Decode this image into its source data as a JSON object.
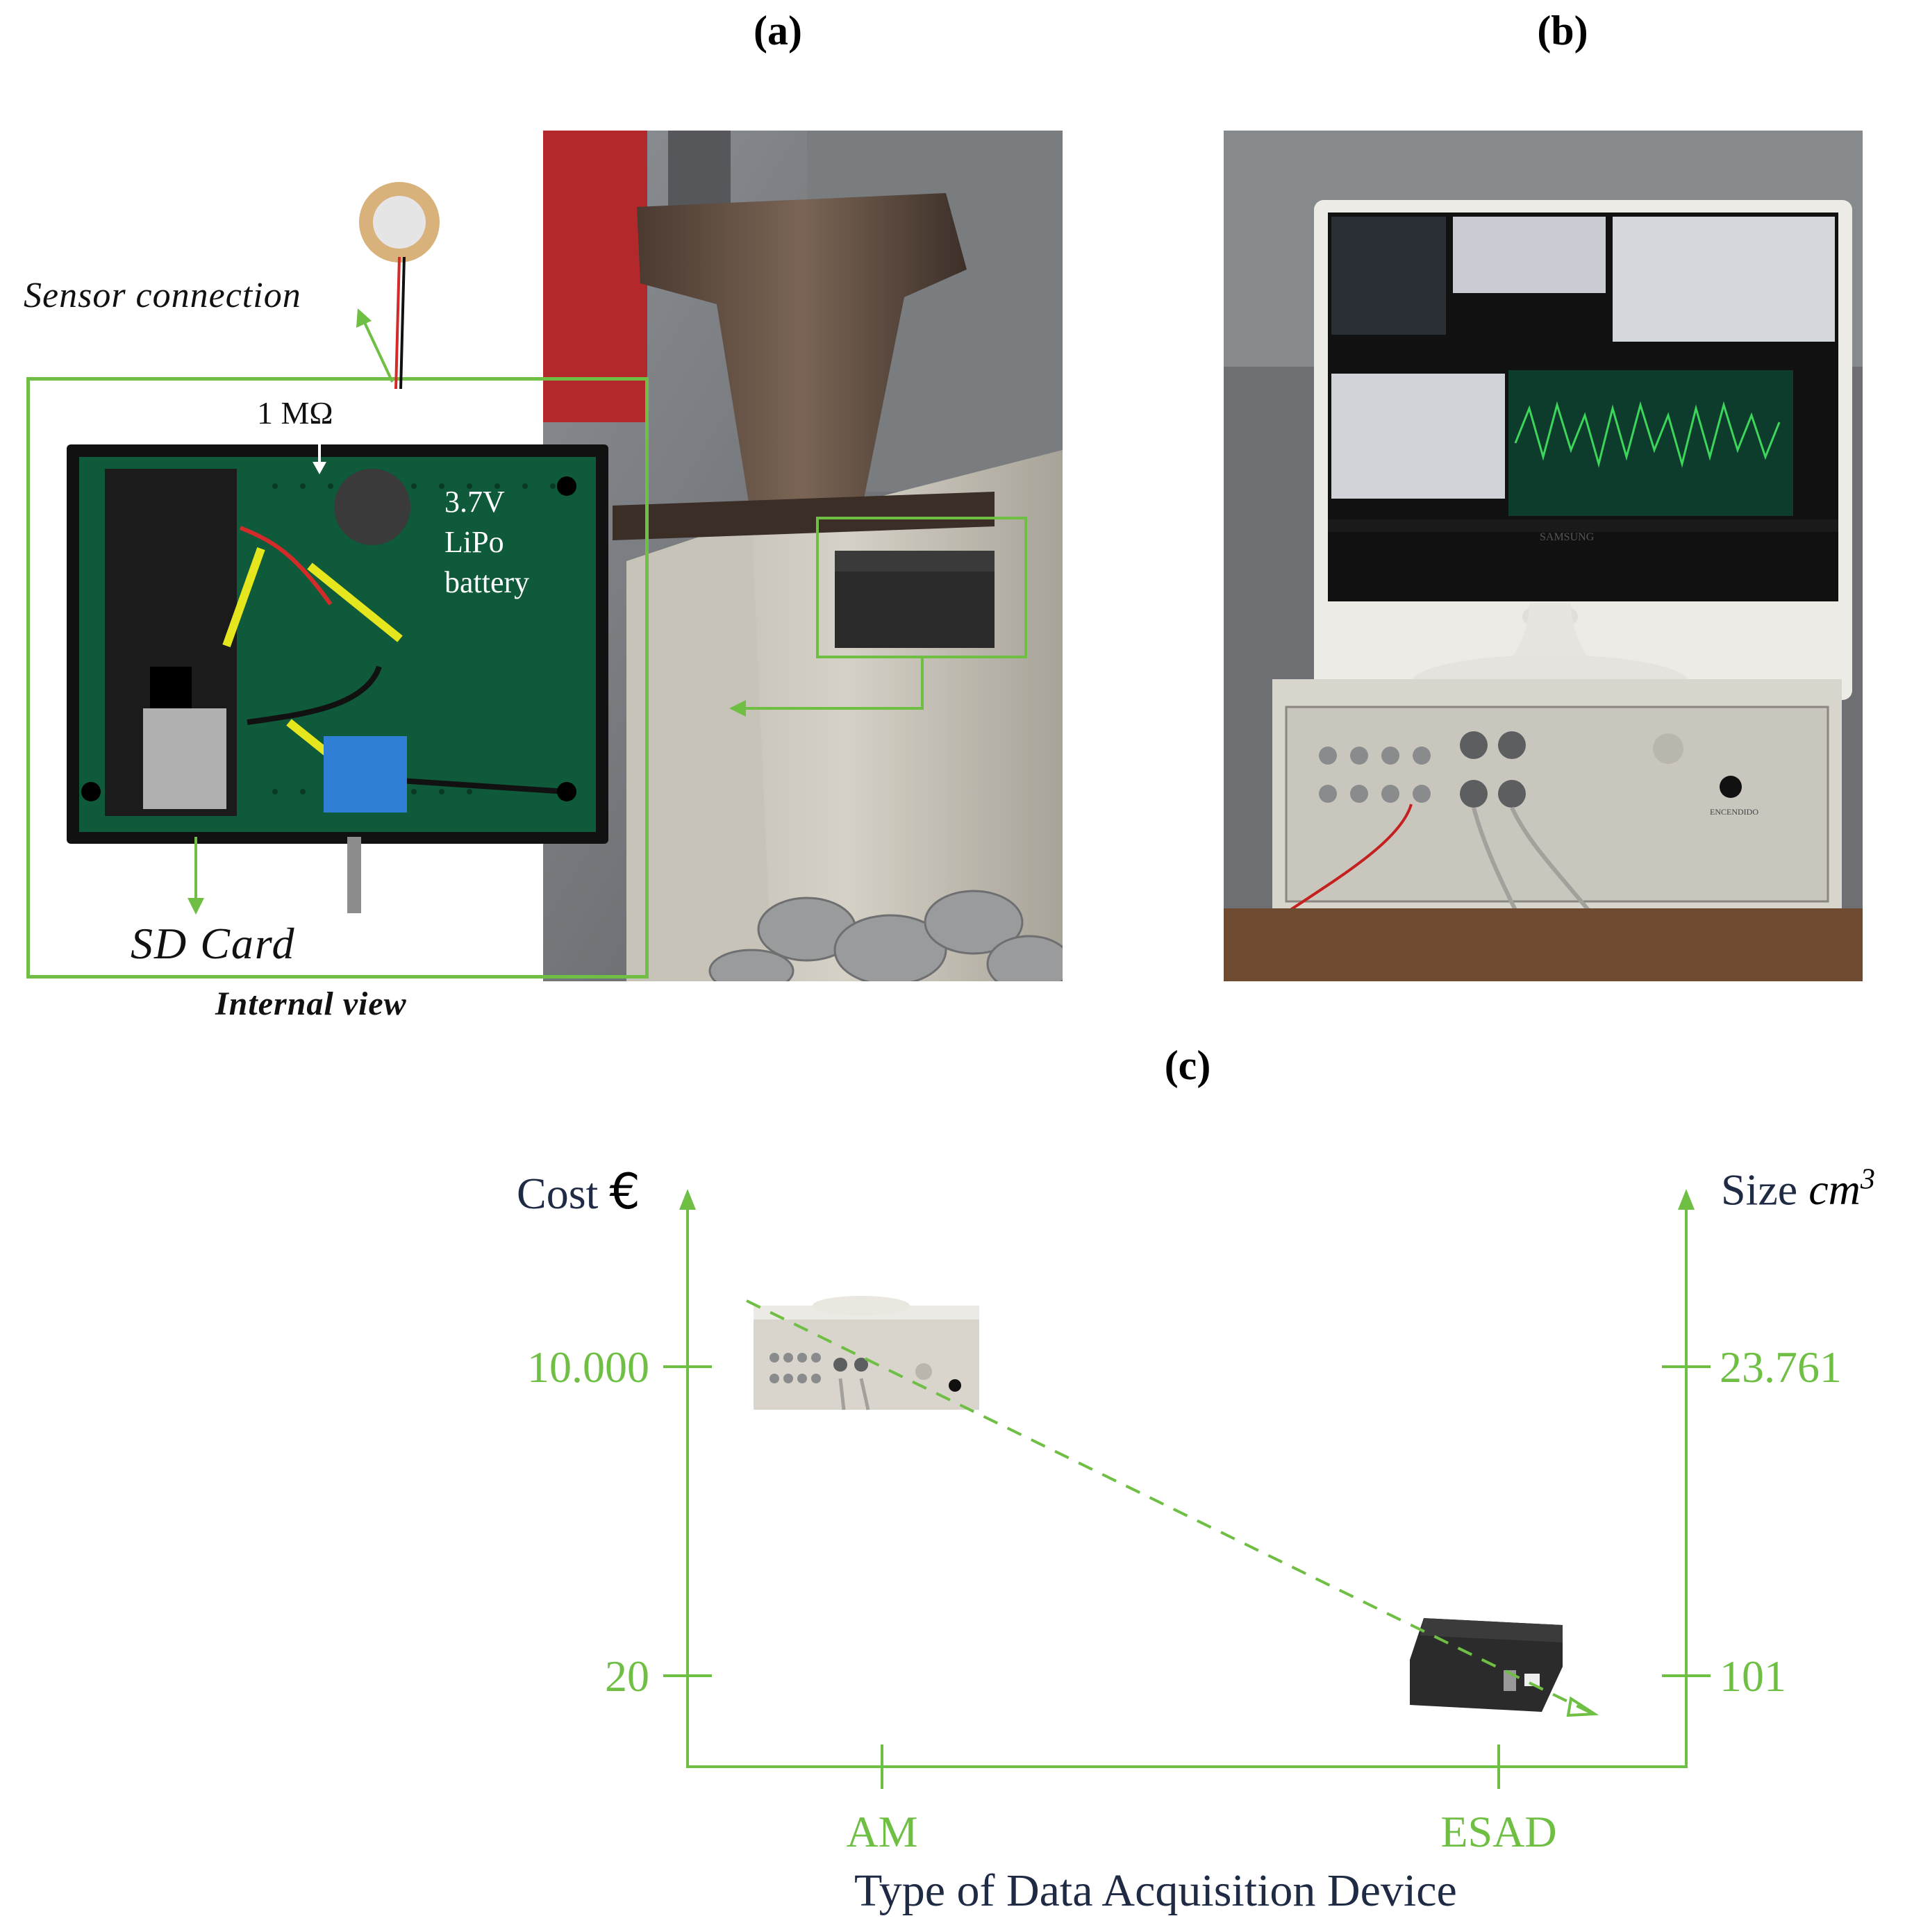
{
  "panels": {
    "a": {
      "label": "(a)"
    },
    "b": {
      "label": "(b)"
    },
    "c": {
      "label": "(c)"
    }
  },
  "panel_a": {
    "sensor_connection": "Sensor connection",
    "resistor": "1 MΩ",
    "battery": "3.7V LiPo battery",
    "sd_card": "SD Card",
    "internal_view": "Internal view"
  },
  "panel_b": {
    "monitor_brand": "SAMSUNG",
    "device_button": "ENCENDIDO"
  },
  "chart": {
    "left_axis_title": "Cost",
    "left_axis_unit": "€",
    "right_axis_title": "Size",
    "right_axis_unit": "cm",
    "right_axis_unit_exp": "3",
    "xlabel": "Type of Data Acquisition Device"
  },
  "chart_data": {
    "type": "line",
    "categories": [
      "AM",
      "ESAD"
    ],
    "series": [
      {
        "values": [
          10000,
          20
        ]
      }
    ],
    "left_ticks": [
      "10.000",
      "20"
    ],
    "right_ticks": [
      "23.761",
      "101"
    ],
    "right_values": [
      23761,
      101
    ],
    "xlabel": "Type of Data Acquisition Device",
    "grid": false,
    "line_style": "dashed",
    "color": "#6fbf44"
  },
  "colors": {
    "accent": "#6fbf44",
    "axis_title": "#1f2a44"
  }
}
